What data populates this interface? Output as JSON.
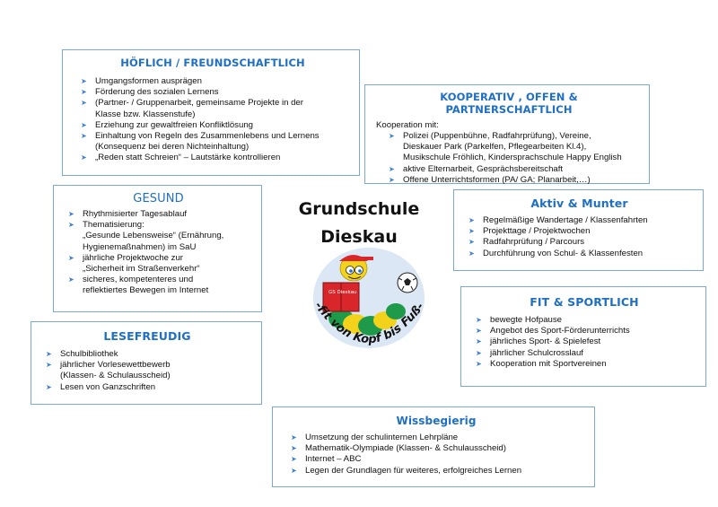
{
  "center": {
    "line1": "Grundschule",
    "line2": "Dieskau",
    "motto": "-fit von Kopf bis Fuß-",
    "badge": "GS Dieskau"
  },
  "hoeflich": {
    "title": "HÖFLICH / FREUNDSCHAFTLICH",
    "items": [
      "Umgangsformen ausprägen",
      "Förderung des sozialen Lernens",
      "(Partner- / Gruppenarbeit, gemeinsame Projekte in der\nKlasse bzw. Klassenstufe)",
      "Erziehung zur gewaltfreien Konfliktlösung",
      "Einhaltung von Regeln des Zusammenlebens und Lernens\n(Konsequenz bei deren Nichteinhaltung)",
      "„Reden statt Schreien“ – Lautstärke kontrollieren"
    ]
  },
  "kooperativ": {
    "title": "KOOPERATIV , OFFEN & PARTNERSCHAFTLICH",
    "intro": "Kooperation mit:",
    "items": [
      "Polizei (Puppenbühne, Radfahrprüfung), Vereine,\nDieskauer Park (Parkelfen, Pflegearbeiten Kl.4),\nMusikschule Fröhlich, Kindersprachschule Happy English",
      "aktive Elternarbeit, Gesprächsbereitschaft",
      "Offene Unterrichtsformen (PA/ GA; Planarbeit,…)"
    ]
  },
  "gesund": {
    "title": "GESUND",
    "items": [
      "Rhythmisierter Tagesablauf",
      "Thematisierung:\n„Gesunde Lebensweise“ (Ernährung,\nHygienemaßnahmen) im SaU",
      "jährliche Projektwoche zur\n„Sicherheit im Straßenverkehr“",
      "sicheres, kompetenteres und\nreflektiertes Bewegen im Internet"
    ]
  },
  "aktiv": {
    "title": "Aktiv & Munter",
    "items": [
      "Regelmäßige Wandertage / Klassenfahrten",
      "Projekttage / Projektwochen",
      "Radfahrprüfung / Parcours",
      "Durchführung von Schul- & Klassenfesten"
    ]
  },
  "lesefreudig": {
    "title": "LESEFREUDIG",
    "items": [
      "Schulbibliothek",
      "jährlicher Vorlesewettbewerb\n(Klassen- & Schulausscheid)",
      "Lesen von Ganzschriften"
    ]
  },
  "fit": {
    "title": "FIT & SPORTLICH",
    "items": [
      "bewegte Hofpause",
      "Angebot des Sport-Förderunterrichts",
      "jährliches Sport- & Spielefest",
      "jährlicher Schulcrosslauf",
      "Kooperation mit Sportvereinen"
    ]
  },
  "wissbegierig": {
    "title": "Wissbegierig",
    "items": [
      "Umsetzung der schulinternen Lehrpläne",
      "Mathematik-Olympiade (Klassen- & Schulausscheid)",
      "Internet – ABC",
      "Legen der Grundlagen für weiteres, erfolgreiches Lernen"
    ]
  },
  "colors": {
    "title": "#1f6fc4",
    "border": "#7aa8d8",
    "bullet": "#3b7fd0"
  }
}
